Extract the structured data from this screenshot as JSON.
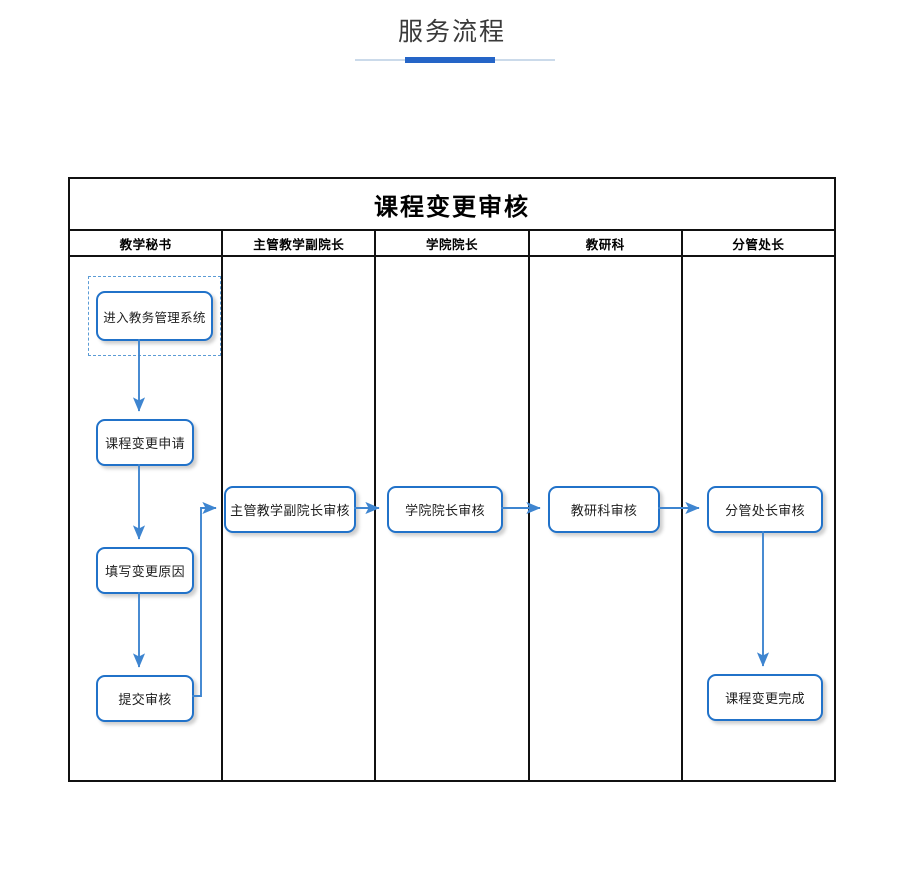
{
  "page": {
    "title": "服务流程",
    "accent_color": "#2565c7",
    "rule_color": "#cbdaea"
  },
  "flow": {
    "title": "课程变更审核",
    "node_border_color": "#2172c9",
    "connector_color": "#3e85d0",
    "selection_color": "#5b9bd5",
    "table_border_color": "#111111",
    "lanes": [
      {
        "header": "教学秘书"
      },
      {
        "header": "主管教学副院长"
      },
      {
        "header": "学院院长"
      },
      {
        "header": "教研科"
      },
      {
        "header": "分管处长"
      }
    ],
    "nodes": [
      {
        "id": "enter-system",
        "label": "进入教务管理系统",
        "lane": 0,
        "selected": true
      },
      {
        "id": "change-request",
        "label": "课程变更申请",
        "lane": 0,
        "selected": false
      },
      {
        "id": "fill-reason",
        "label": "填写变更原因",
        "lane": 0,
        "selected": false
      },
      {
        "id": "submit-review",
        "label": "提交审核",
        "lane": 0,
        "selected": false
      },
      {
        "id": "vice-dean-review",
        "label": "主管教学副院长审核",
        "lane": 1,
        "selected": false
      },
      {
        "id": "dean-review",
        "label": "学院院长审核",
        "lane": 2,
        "selected": false
      },
      {
        "id": "section-review",
        "label": "教研科审核",
        "lane": 3,
        "selected": false
      },
      {
        "id": "director-review",
        "label": "分管处长审核",
        "lane": 4,
        "selected": false
      },
      {
        "id": "change-complete",
        "label": "课程变更完成",
        "lane": 4,
        "selected": false
      }
    ]
  }
}
